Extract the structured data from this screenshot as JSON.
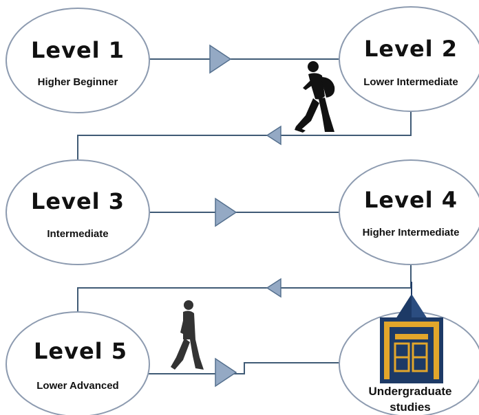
{
  "colors": {
    "node_stroke": "#8d9bb0",
    "connector": "#3f5a75",
    "arrow_fill": "#94a9c4",
    "tower_blue": "#1d3a66",
    "tower_gold": "#e2a62b",
    "silhouette": "#111111"
  },
  "levels": [
    {
      "title": "Level 1",
      "subtitle": "Higher Beginner"
    },
    {
      "title": "Level 2",
      "subtitle": "Lower Intermediate"
    },
    {
      "title": "Level 3",
      "subtitle": "Intermediate"
    },
    {
      "title": "Level 4",
      "subtitle": "Higher Intermediate"
    },
    {
      "title": "Level 5",
      "subtitle": "Lower Advanced"
    }
  ],
  "destination": {
    "line1": "Undergraduate",
    "line2": "studies"
  },
  "icons": [
    "walking-student-icon",
    "walking-person-icon",
    "university-tower-icon",
    "arrow-right-icon",
    "arrow-left-icon"
  ]
}
